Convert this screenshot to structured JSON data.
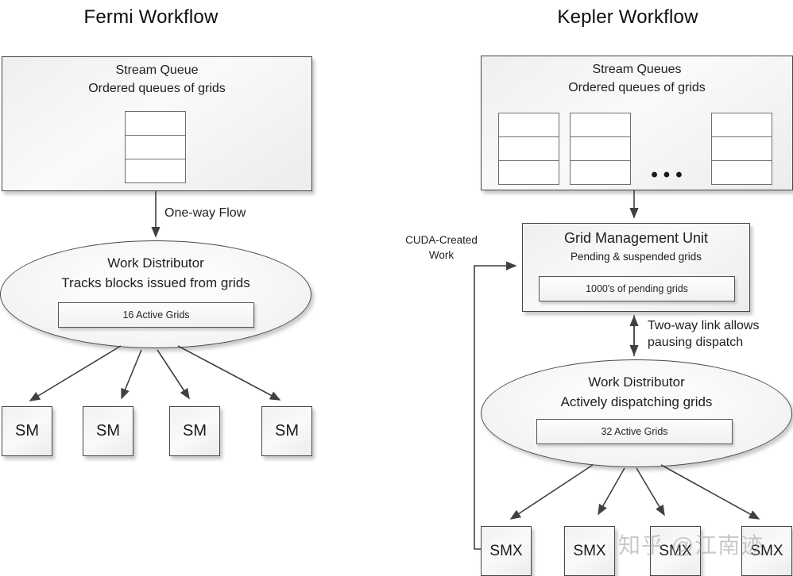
{
  "fermi": {
    "title": "Fermi Workflow",
    "stream_queue": {
      "title": "Stream Queue",
      "subtitle": "Ordered queues of grids"
    },
    "flow_label": "One-way Flow",
    "distributor": {
      "title": "Work Distributor",
      "subtitle": "Tracks blocks issued from grids",
      "badge": "16 Active Grids"
    },
    "sm_units": [
      "SM",
      "SM",
      "SM",
      "SM"
    ]
  },
  "kepler": {
    "title": "Kepler Workflow",
    "stream_queues": {
      "title": "Stream Queues",
      "subtitle": "Ordered queues of grids",
      "ellipsis": "•••"
    },
    "cuda_label": {
      "line1": "CUDA-Created",
      "line2": "Work"
    },
    "gmu": {
      "title": "Grid Management Unit",
      "subtitle": "Pending & suspended grids",
      "badge": "1000's of pending grids"
    },
    "two_way_label": {
      "line1": "Two-way link allows",
      "line2": "pausing dispatch"
    },
    "distributor": {
      "title": "Work Distributor",
      "subtitle": "Actively dispatching grids",
      "badge": "32 Active Grids"
    },
    "smx_units": [
      "SMX",
      "SMX",
      "SMX",
      "SMX"
    ]
  },
  "watermark": "知乎 @江南迹",
  "colors": {
    "line": "#404040",
    "box_border": "#464646",
    "box_fill_light": "#fafafa",
    "box_fill_dark": "#ececec",
    "text": "#1f1f1f",
    "watermark": "#9e9e9e"
  }
}
